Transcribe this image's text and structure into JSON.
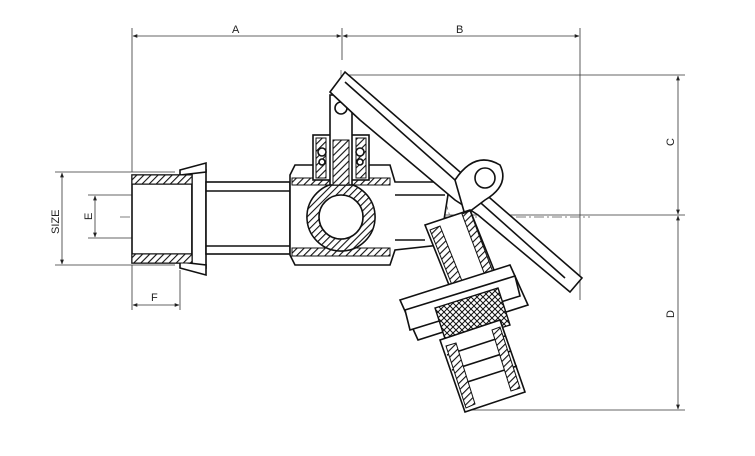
{
  "dimensions": {
    "a": "A",
    "b": "B",
    "c": "C",
    "d": "D",
    "e": "E",
    "f": "F",
    "size": "SIZE"
  },
  "colors": {
    "line": "#111111",
    "hatch": "#111111",
    "background": "#ffffff"
  }
}
